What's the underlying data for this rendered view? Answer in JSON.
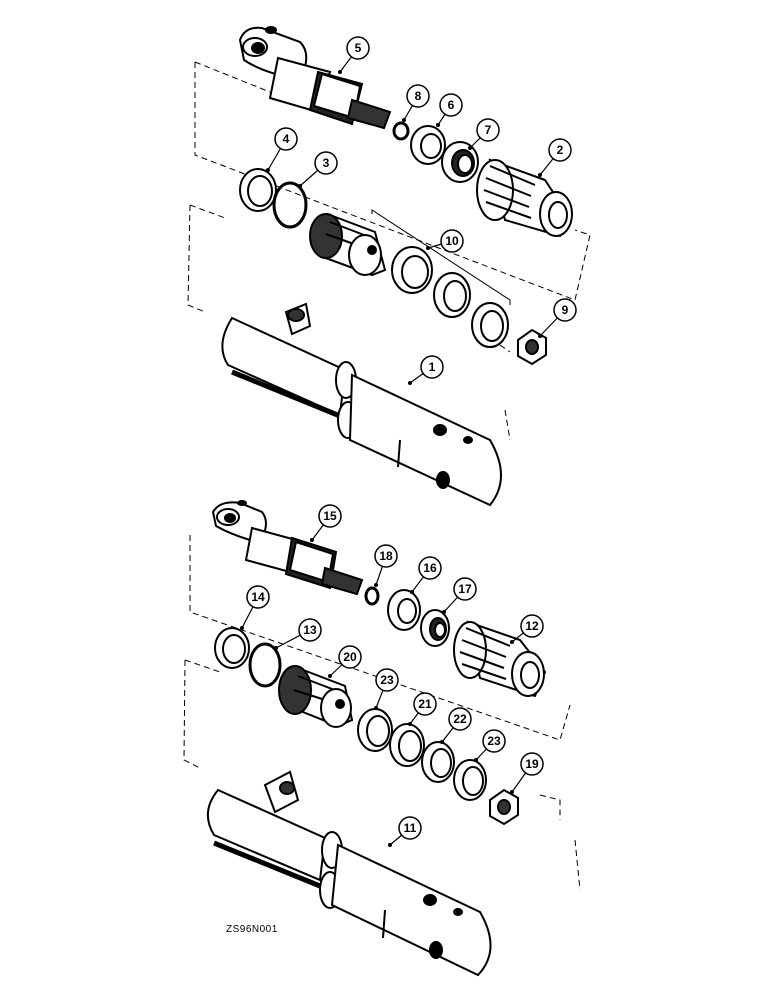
{
  "drawing_code": "ZS96N001",
  "callouts": [
    {
      "id": "c5",
      "label": "5"
    },
    {
      "id": "c8",
      "label": "8"
    },
    {
      "id": "c6",
      "label": "6"
    },
    {
      "id": "c7",
      "label": "7"
    },
    {
      "id": "c2",
      "label": "2"
    },
    {
      "id": "c4",
      "label": "4"
    },
    {
      "id": "c3",
      "label": "3"
    },
    {
      "id": "c10",
      "label": "10"
    },
    {
      "id": "c9",
      "label": "9"
    },
    {
      "id": "c1",
      "label": "1"
    },
    {
      "id": "c15",
      "label": "15"
    },
    {
      "id": "c18",
      "label": "18"
    },
    {
      "id": "c16",
      "label": "16"
    },
    {
      "id": "c17",
      "label": "17"
    },
    {
      "id": "c12",
      "label": "12"
    },
    {
      "id": "c14",
      "label": "14"
    },
    {
      "id": "c13",
      "label": "13"
    },
    {
      "id": "c20",
      "label": "20"
    },
    {
      "id": "c23a",
      "label": "23"
    },
    {
      "id": "c21",
      "label": "21"
    },
    {
      "id": "c22",
      "label": "22"
    },
    {
      "id": "c23b",
      "label": "23"
    },
    {
      "id": "c19",
      "label": "19"
    },
    {
      "id": "c11",
      "label": "11"
    }
  ]
}
